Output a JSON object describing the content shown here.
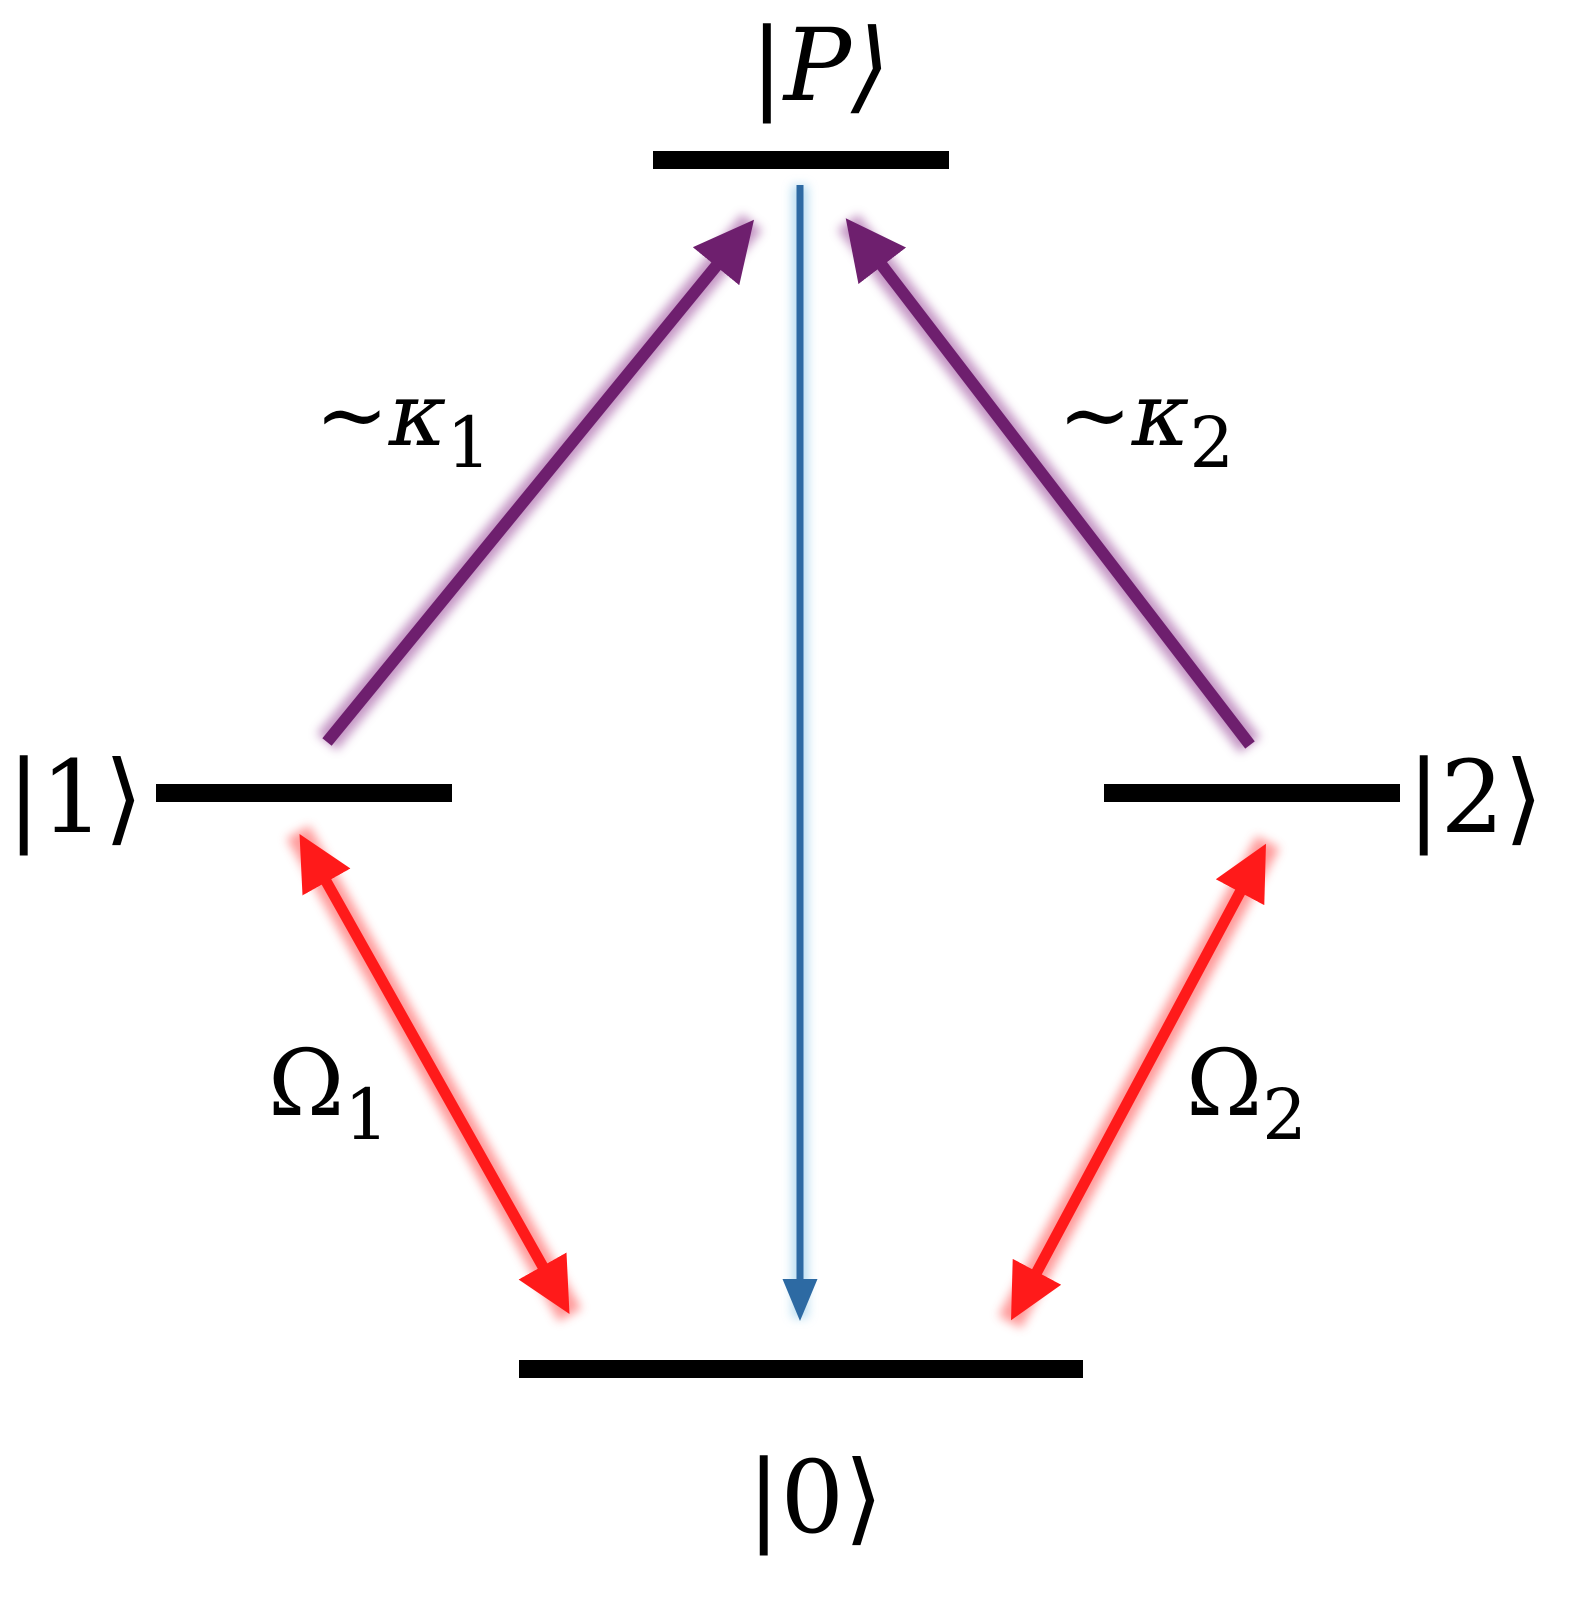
{
  "title": "Energy level diagram",
  "levels": {
    "P": {
      "label": "|P⟩"
    },
    "one": {
      "label": "|1⟩"
    },
    "two": {
      "label": "|2⟩"
    },
    "zero": {
      "label": "|0⟩"
    }
  },
  "transitions": {
    "kappa1": {
      "label": "~κ",
      "sub": "1"
    },
    "kappa2": {
      "label": "~κ",
      "sub": "2"
    },
    "omega1": {
      "label": "Ω",
      "sub": "1"
    },
    "omega2": {
      "label": "Ω",
      "sub": "2"
    }
  },
  "colors": {
    "level": "#000000",
    "decay": "#6e1f6e",
    "decay_glow": "#b57ab5",
    "drive": "#ff1a1a",
    "drive_glow": "#ff8080",
    "spontaneous": "#2d6aa3",
    "spontaneous_glow": "#a6d4ee"
  }
}
